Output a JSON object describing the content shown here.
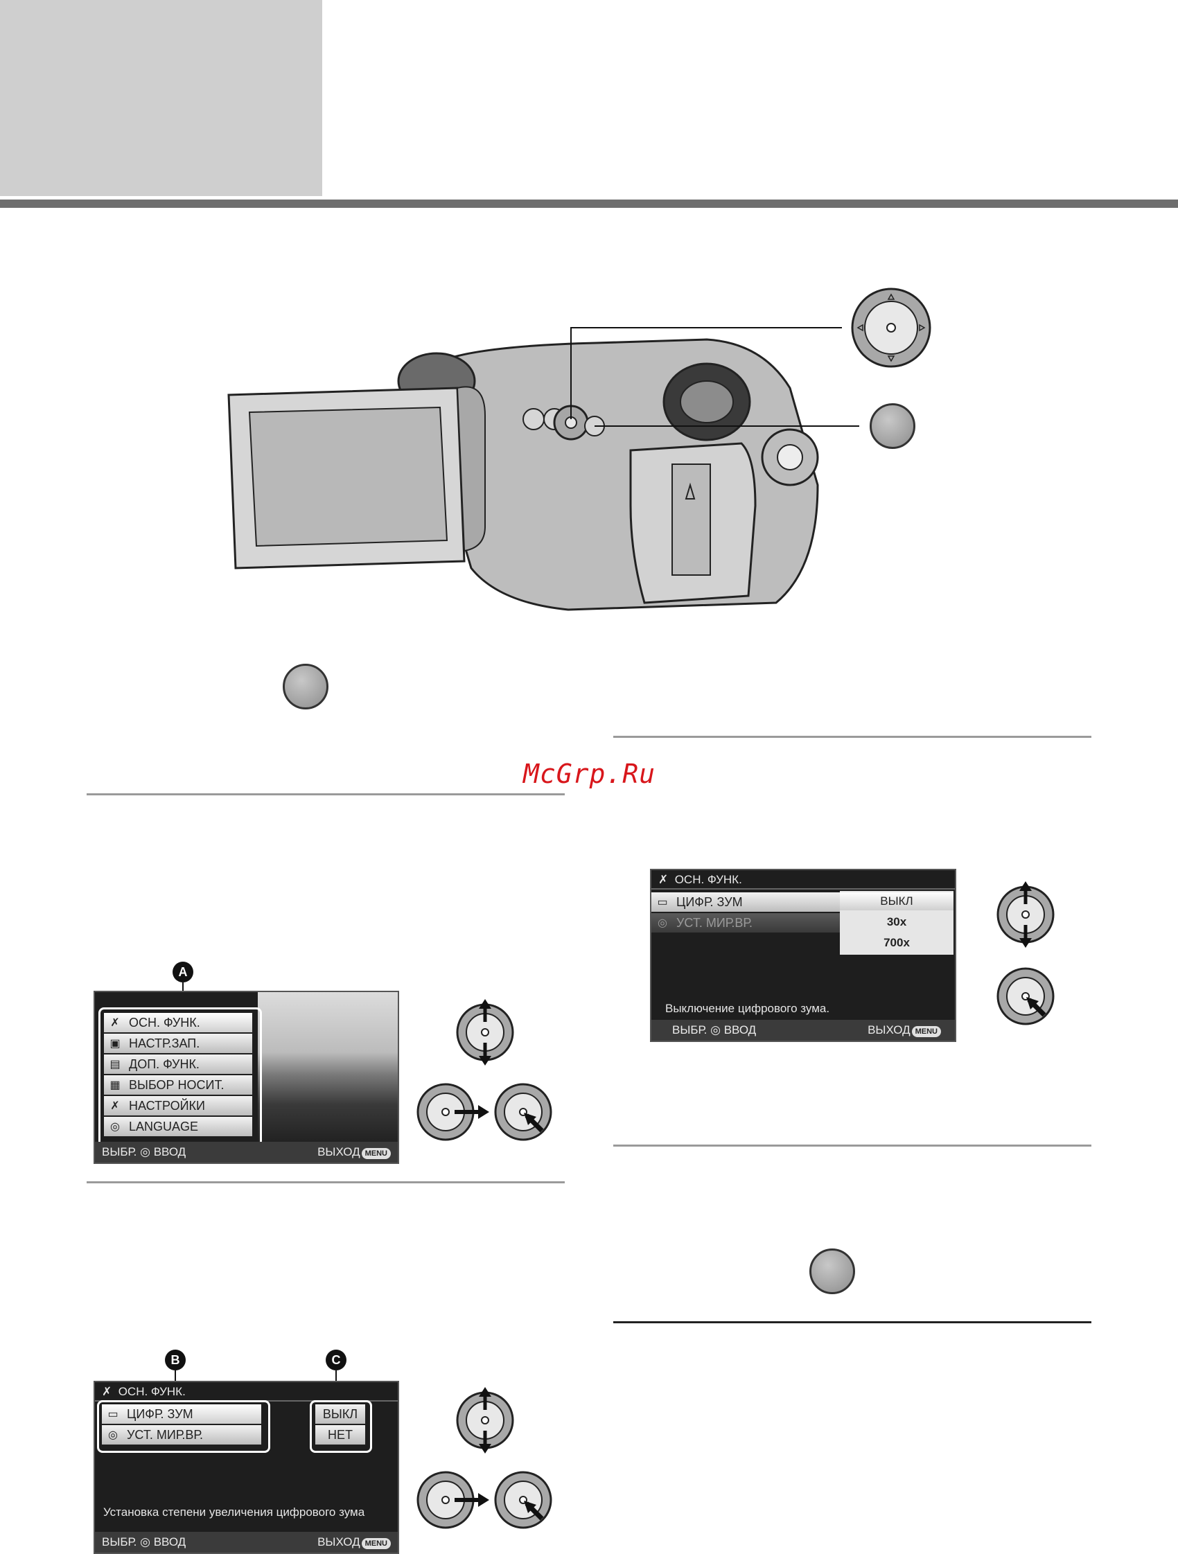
{
  "watermark": "McGrp.Ru",
  "menu1": {
    "callout": "A",
    "items": [
      {
        "icon": "wrench-icon",
        "glyph": "✗",
        "label": "ОСН. ФУНК."
      },
      {
        "icon": "film-camera-icon",
        "glyph": "▣",
        "label": "НАСТР.ЗАП."
      },
      {
        "icon": "extra-camera-icon",
        "glyph": "▤",
        "label": "ДОП. ФУНК."
      },
      {
        "icon": "media-icon",
        "glyph": "▦",
        "label": "ВЫБОР НОСИТ."
      },
      {
        "icon": "settings-icon",
        "glyph": "✗",
        "label": "НАСТРОЙКИ"
      },
      {
        "icon": "language-icon",
        "glyph": "◎",
        "label": "LANGUAGE"
      }
    ],
    "bottom_left": "ВЫБР.",
    "bottom_enter": "ВВОД",
    "bottom_exit": "ВЫХОД",
    "menu_badge": "MENU"
  },
  "menu2": {
    "title": "ОСН. ФУНК.",
    "callout_b": "B",
    "callout_c": "C",
    "items": [
      {
        "icon": "digital-zoom-icon",
        "glyph": "▭",
        "label": "ЦИФР. ЗУМ",
        "value": "ВЫКЛ"
      },
      {
        "icon": "world-time-icon",
        "glyph": "◎",
        "label": "УСТ. МИР.ВР.",
        "value": "НЕТ"
      }
    ],
    "description": "Установка степени увеличения цифрового зума",
    "bottom_left": "ВЫБР.",
    "bottom_enter": "ВВОД",
    "bottom_exit": "ВЫХОД",
    "menu_badge": "MENU"
  },
  "menu3": {
    "title": "ОСН. ФУНК.",
    "items": [
      {
        "icon": "digital-zoom-icon",
        "glyph": "▭",
        "label": "ЦИФР. ЗУМ"
      },
      {
        "icon": "world-time-icon",
        "glyph": "◎",
        "label": "УСТ. МИР.ВР."
      }
    ],
    "options": [
      "ВЫКЛ",
      "30x",
      "700x"
    ],
    "description": "Выключение цифрового зума.",
    "bottom_left": "ВЫБР.",
    "bottom_enter": "ВВОД",
    "bottom_exit": "ВЫХОД",
    "menu_badge": "MENU"
  },
  "colors": {
    "accent_rule": "#6e6e6e",
    "header_block": "#cfcfcf",
    "watermark": "#d8161b"
  }
}
